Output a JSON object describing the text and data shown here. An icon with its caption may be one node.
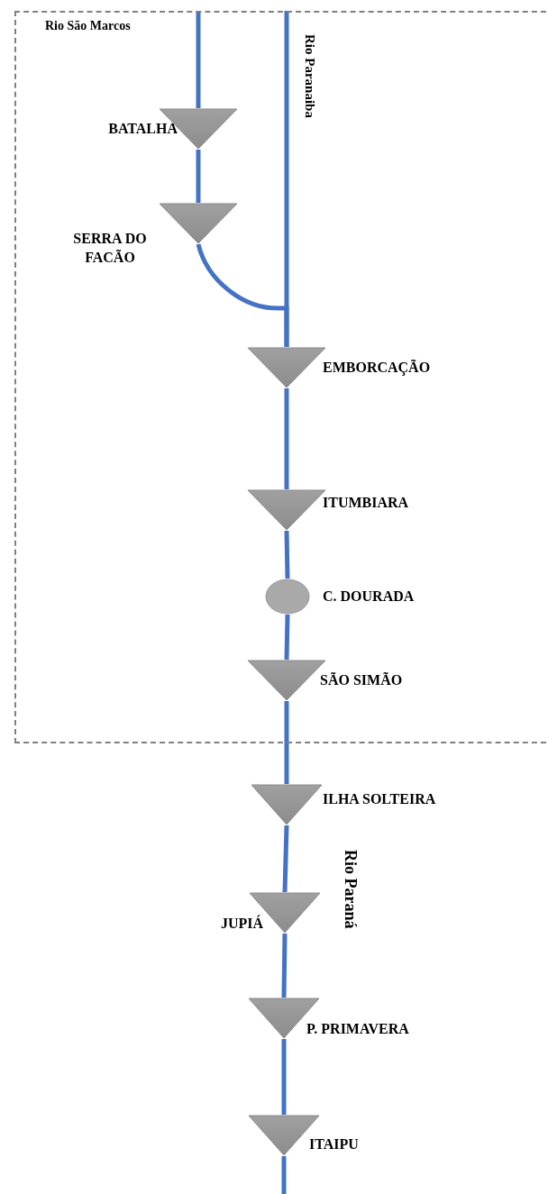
{
  "diagram": {
    "nodes": [
      {
        "text": [],
        "shape": "box"
      },
      {
        "text": [],
        "shape": "triangle",
        "beside": [
          "BATALHA"
        ],
        "in": 0
      },
      {
        "text": [],
        "shape": "triangle",
        "beside": [
          "SERRA DO FACÃO"
        ],
        "in": 0
      },
      {
        "text": [],
        "shape": "triangle",
        "beside": [
          "EMBORCAÇÃO"
        ],
        "in": 0
      },
      {
        "text": [],
        "shape": "triangle",
        "beside": [
          "ITUMBIARA"
        ],
        "in": 0
      },
      {
        "text": [],
        "shape": "circle",
        "beside": [
          "C. DOURADA"
        ],
        "in": 0
      },
      {
        "text": [],
        "shape": "triangle",
        "beside": [
          "SÃO SIMÃO"
        ],
        "in": 0
      },
      {
        "text": [],
        "shape": "triangle",
        "beside": [
          "ILHA SOLTEIRA"
        ]
      },
      {
        "text": [],
        "shape": "triangle",
        "beside": [
          "JUPIÁ"
        ]
      },
      {
        "text": [],
        "shape": "triangle",
        "beside": [
          "P. PRIMAVERA"
        ]
      },
      {
        "text": [],
        "shape": "triangle",
        "beside": [
          "ITAIPU"
        ]
      }
    ],
    "edges": [
      {
        "from": null,
        "to": 1,
        "arrow": "none"
      },
      {
        "from": 1,
        "to": 2,
        "arrow": "none"
      },
      {
        "from": 2,
        "to": 3,
        "arrow": "none"
      },
      {
        "from": null,
        "to": 3,
        "arrow": "none"
      },
      {
        "from": 3,
        "to": 4,
        "arrow": "none"
      },
      {
        "from": 4,
        "to": 5,
        "arrow": "none"
      },
      {
        "from": 5,
        "to": 6,
        "arrow": "none"
      },
      {
        "from": 6,
        "to": 7,
        "arrow": "none"
      },
      {
        "from": 7,
        "to": 8,
        "arrow": "none"
      },
      {
        "from": 8,
        "to": 9,
        "arrow": "none"
      },
      {
        "from": 9,
        "to": 10,
        "arrow": "none"
      },
      {
        "from": 10,
        "to": null,
        "arrow": "none"
      }
    ],
    "labels": [
      "Rio São Marcos",
      "Rio Paranaiba",
      "Rio Paraná"
    ]
  }
}
